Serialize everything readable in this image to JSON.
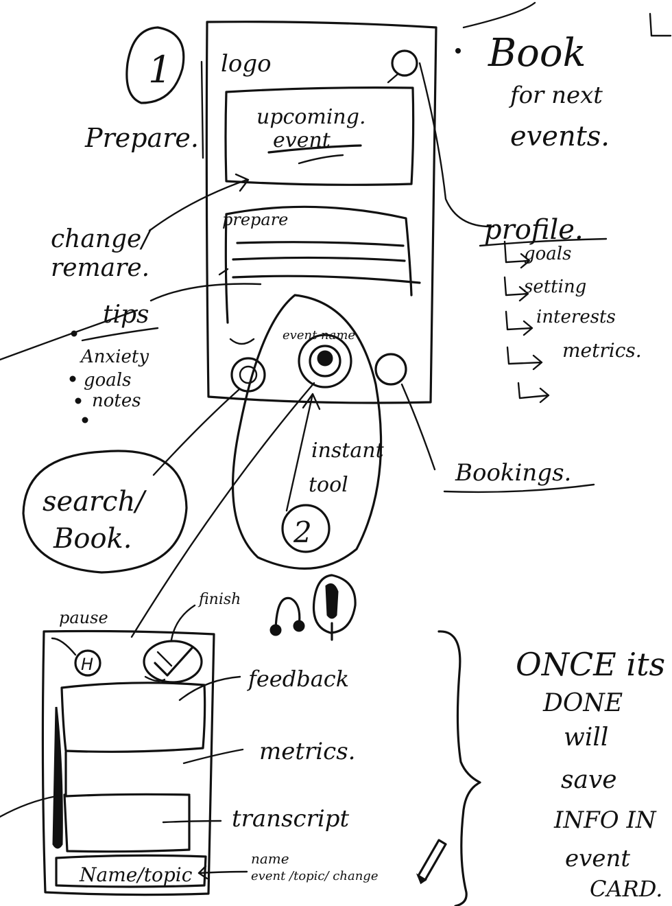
{
  "phone_top": {
    "number": "1",
    "logo": "logo",
    "upcoming_event_line1": "upcoming.",
    "upcoming_event_line2": "event",
    "prepare_card": "prepare",
    "event_name": "event name"
  },
  "left_notes": {
    "prepare": "Prepare.",
    "change_line1": "change/",
    "change_line2": "remare.",
    "tips": "tips",
    "tips_items": [
      "Anxiety",
      "goals",
      "notes"
    ],
    "search_book_line1": "search/",
    "search_book_line2": "Book."
  },
  "right_notes": {
    "book_line1": "Book",
    "book_line2": "for next",
    "book_line3": "events.",
    "profile": "profile.",
    "profile_items": [
      "goals",
      "setting",
      "interests",
      "metrics."
    ],
    "bookings": "Bookings."
  },
  "instant_tool": {
    "line1": "instant",
    "line2": "tool",
    "number": "2"
  },
  "phone_bottom": {
    "pause": "pause",
    "pause_icon": "H",
    "finish": "finish",
    "feedback": "feedback",
    "metrics": "metrics.",
    "transcript": "transcript",
    "name_topic": "Name/topic",
    "name_change_line1": "name",
    "name_change_line2": "event /topic/ change"
  },
  "once_done": {
    "lines": [
      "ONCE its",
      "DONE",
      "will",
      "save",
      "INFO IN",
      "event",
      "CARD."
    ]
  },
  "icons": [
    "profile-circle-icon",
    "search-circle-icon",
    "mic-center-icon",
    "bookings-circle-icon",
    "microphone-icon",
    "headphones-icon",
    "pencil-icon",
    "check-icon"
  ]
}
